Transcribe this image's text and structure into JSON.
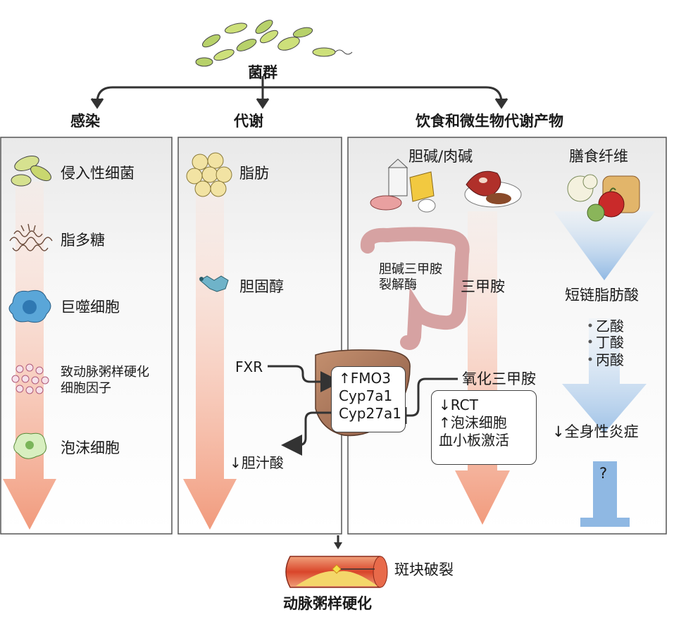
{
  "top": {
    "microbiota": "菌群"
  },
  "columns": {
    "infection": {
      "header": "感染",
      "items": [
        "侵入性细菌",
        "脂多糖",
        "巨噬细胞",
        "致动脉粥样硬化",
        "细胞因子",
        "泡沫细胞"
      ]
    },
    "metabolism": {
      "header": "代谢",
      "items": [
        "脂肪",
        "胆固醇",
        "FXR",
        "↓胆汁酸"
      ]
    },
    "diet": {
      "header": "饮食和微生物代谢产物",
      "choline": "胆碱/肉碱",
      "fiber": "膳食纤维",
      "enzyme_line1": "胆碱三甲胺",
      "enzyme_line2": "裂解酶",
      "tma": "三甲胺",
      "tmao": "氧化三甲胺",
      "scfa": "短链脂肪酸",
      "scfa_items": [
        "乙酸",
        "丁酸",
        "丙酸"
      ],
      "inflammation": "↓全身性炎症",
      "question": "?"
    }
  },
  "liver_box": {
    "lines": [
      "↑FMO3",
      "Cyp7a1",
      "Cyp27a1"
    ]
  },
  "tmao_box": {
    "lines": [
      "↓RCT",
      "↑泡沫细胞",
      "血小板激活"
    ]
  },
  "bottom": {
    "rupture": "斑块破裂",
    "atherosclerosis": "动脉粥样硬化"
  },
  "colors": {
    "arrow_pink": "#f0a48a",
    "arrow_blue": "#9fc2e6",
    "panel_border": "#555555",
    "liver": "#a0715a"
  }
}
